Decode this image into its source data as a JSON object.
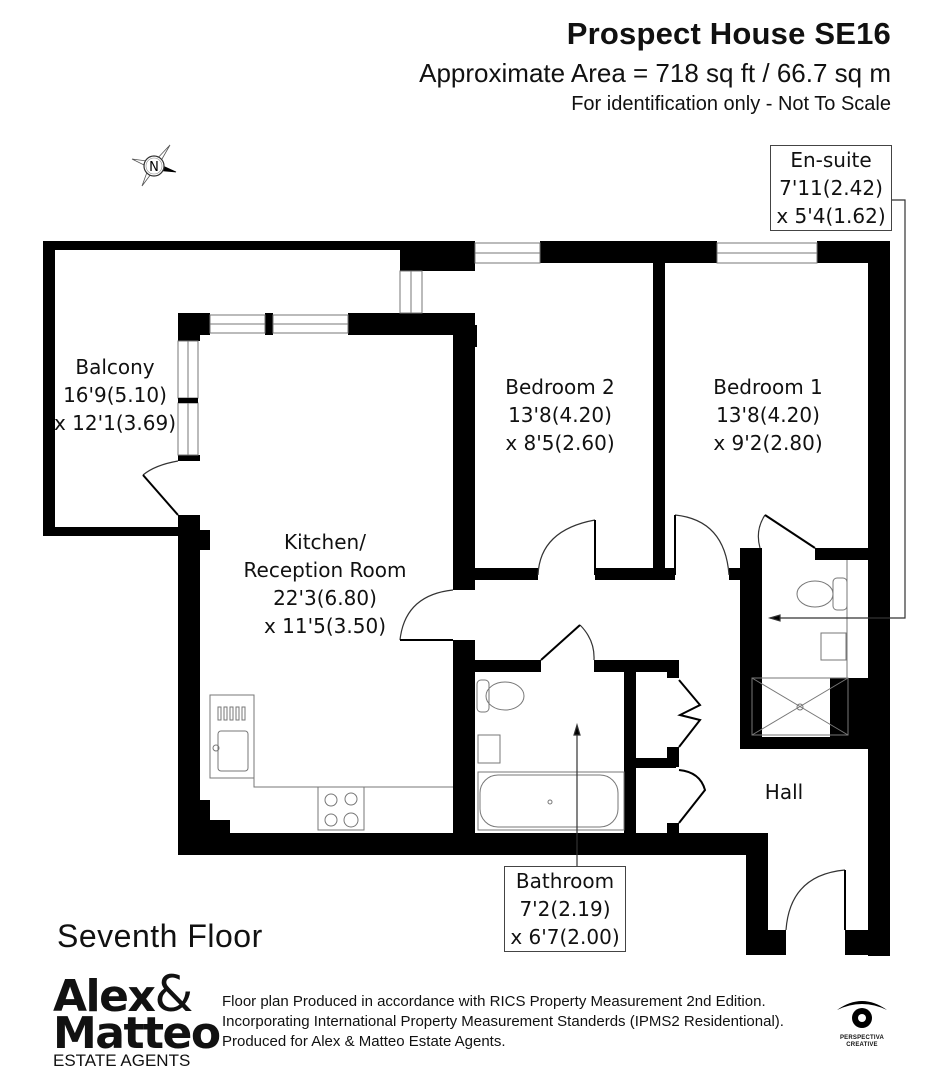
{
  "header": {
    "title": "Prospect House SE16",
    "area": "Approximate Area = 718 sq ft / 66.7 sq m",
    "note": "For identification only - Not To Scale"
  },
  "compass": {
    "label": "N",
    "icon": "north-compass-icon"
  },
  "rooms": {
    "balcony": {
      "name": "Balcony",
      "dim1": "16'9(5.10)",
      "dim2": "x 12'1(3.69)"
    },
    "kitchen": {
      "name1": "Kitchen/",
      "name2": "Reception Room",
      "dim1": "22'3(6.80)",
      "dim2": "x 11'5(3.50)"
    },
    "bedroom2": {
      "name": "Bedroom 2",
      "dim1": "13'8(4.20)",
      "dim2": "x 8'5(2.60)"
    },
    "bedroom1": {
      "name": "Bedroom 1",
      "dim1": "13'8(4.20)",
      "dim2": "x 9'2(2.80)"
    },
    "hall": {
      "name": "Hall"
    }
  },
  "callouts": {
    "ensuite": {
      "name": "En-suite",
      "dim1": "7'11(2.42)",
      "dim2": "x 5'4(1.62)"
    },
    "bathroom": {
      "name": "Bathroom",
      "dim1": "7'2(2.19)",
      "dim2": "x 6'7(2.00)"
    }
  },
  "floor": {
    "name": "Seventh Floor"
  },
  "logo": {
    "line1": "Alex",
    "amp": "&",
    "line2": "Matteo",
    "line3": "ESTATE AGENTS"
  },
  "footer": {
    "line1": "Floor plan Produced in accordance with RICS Property Measurement 2nd Edition.",
    "line2": "Incorporating International Property Measurement Standerds (IPMS2  Residentional).",
    "line3": "Produced for Alex & Matteo Estate Agents."
  },
  "credit": {
    "line1": "PERSPECTIVA",
    "line2": "CREATIVE"
  },
  "colors": {
    "wall": "#000000",
    "fixture": "#777777",
    "background": "#ffffff"
  }
}
